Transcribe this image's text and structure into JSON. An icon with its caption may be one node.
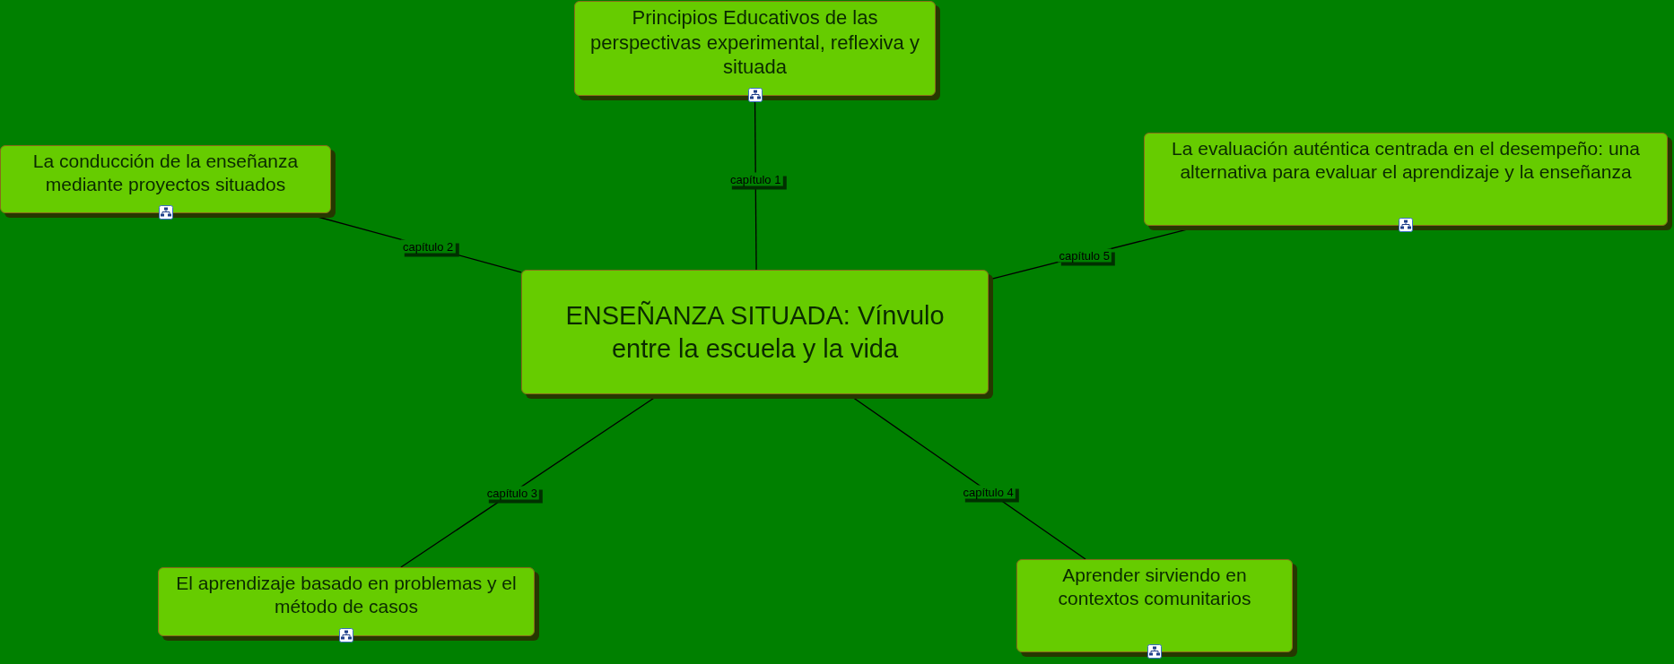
{
  "diagram": {
    "nodes": [
      {
        "text": [
          "Principios Educativos de las perspectivas experimental, reflexiva  y situada"
        ]
      },
      {
        "text": [
          "La conducción de la enseñanza mediante proyectos situados"
        ]
      },
      {
        "text": [
          "La evaluación auténtica centrada en el desempeño: una alternativa para evaluar el aprendizaje y la enseñanza"
        ]
      },
      {
        "text": [
          "ENSEÑANZA SITUADA: Vínvulo entre la escuela y la vida"
        ]
      },
      {
        "text": [
          "El aprendizaje basado en problemas y el método de casos"
        ]
      },
      {
        "text": [
          "Aprender sirviendo en contextos comunitarios"
        ]
      }
    ],
    "edges": [
      {
        "from": 3,
        "to": 0,
        "arrow": "none",
        "label": "capítulo 1"
      },
      {
        "from": 3,
        "to": 1,
        "arrow": "none",
        "label": "capítulo 2"
      },
      {
        "from": 3,
        "to": 4,
        "arrow": "none",
        "label": "capítulo 3"
      },
      {
        "from": 3,
        "to": 5,
        "arrow": "none",
        "label": "capítulo 4"
      },
      {
        "from": 3,
        "to": 2,
        "arrow": "none",
        "label": "capítulo 5"
      }
    ]
  }
}
